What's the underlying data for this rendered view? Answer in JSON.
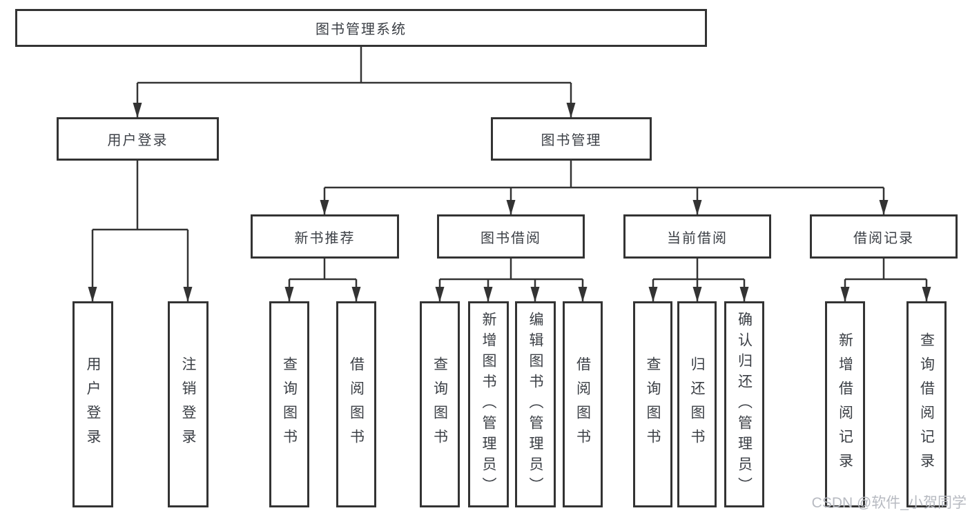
{
  "diagram_title": "图书管理系统",
  "tree": {
    "root": {
      "label": "图书管理系统"
    },
    "level2": [
      {
        "label": "用户登录"
      },
      {
        "label": "图书管理"
      }
    ],
    "level3": [
      {
        "label": "新书推荐"
      },
      {
        "label": "图书借阅"
      },
      {
        "label": "当前借阅"
      },
      {
        "label": "借阅记录"
      }
    ],
    "leaves": {
      "user_login": [
        {
          "label": "用户登录"
        },
        {
          "label": "注销登录"
        }
      ],
      "new_book": [
        {
          "label": "查询图书"
        },
        {
          "label": "借阅图书"
        }
      ],
      "borrow": [
        {
          "label": "查询图书"
        },
        {
          "label": "新增图书（管理员）"
        },
        {
          "label": "编辑图书（管理员）"
        },
        {
          "label": "借阅图书"
        }
      ],
      "current": [
        {
          "label": "查询图书"
        },
        {
          "label": "归还图书"
        },
        {
          "label": "确认归还（管理员）"
        }
      ],
      "records": [
        {
          "label": "新增借阅记录"
        },
        {
          "label": "查询借阅记录"
        }
      ]
    }
  },
  "watermark": {
    "text": "CSDN @软件_小贺同学"
  },
  "colors": {
    "line": "#333333",
    "text": "#3b3f45",
    "background": "#ffffff",
    "watermark": "#b7bac1"
  }
}
